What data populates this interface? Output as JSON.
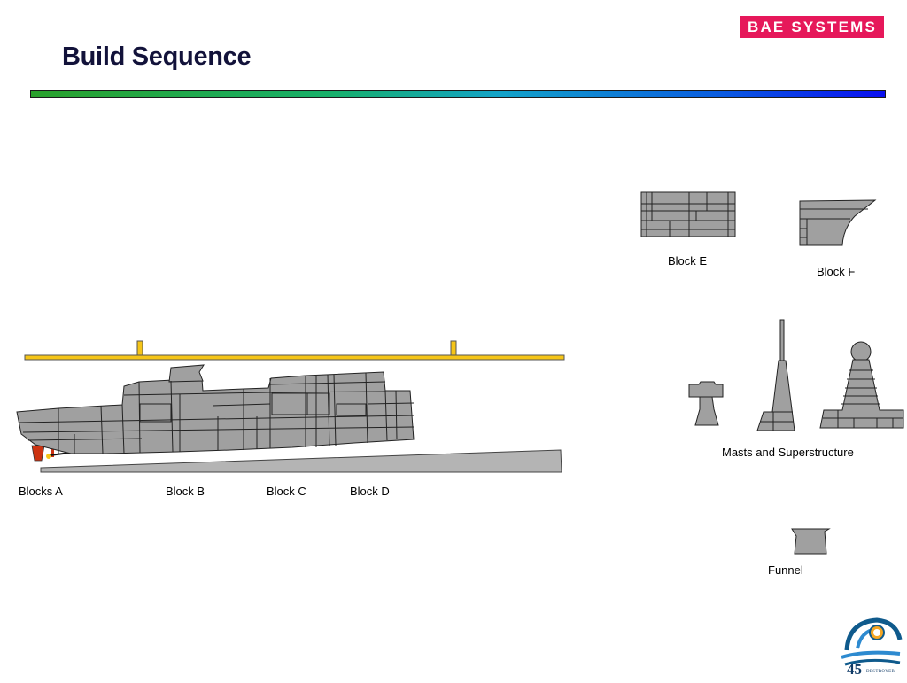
{
  "header": {
    "title": "Build Sequence",
    "logo_text": "BAE SYSTEMS",
    "logo_color": "#e6185a"
  },
  "labels": {
    "blocks_a": "Blocks A",
    "block_b": "Block B",
    "block_c": "Block C",
    "block_d": "Block D",
    "block_e": "Block E",
    "block_f": "Block F",
    "masts": "Masts and Superstructure",
    "funnel": "Funnel"
  },
  "emblem": {
    "number": "45",
    "caption": "DESTROYER",
    "icon": "type-45-destroyer-emblem"
  },
  "colors": {
    "block_fill": "#a0a0a0",
    "crane_beam": "#f5c518",
    "slipway": "#b4b4b4",
    "rudder": "#cc3311"
  }
}
